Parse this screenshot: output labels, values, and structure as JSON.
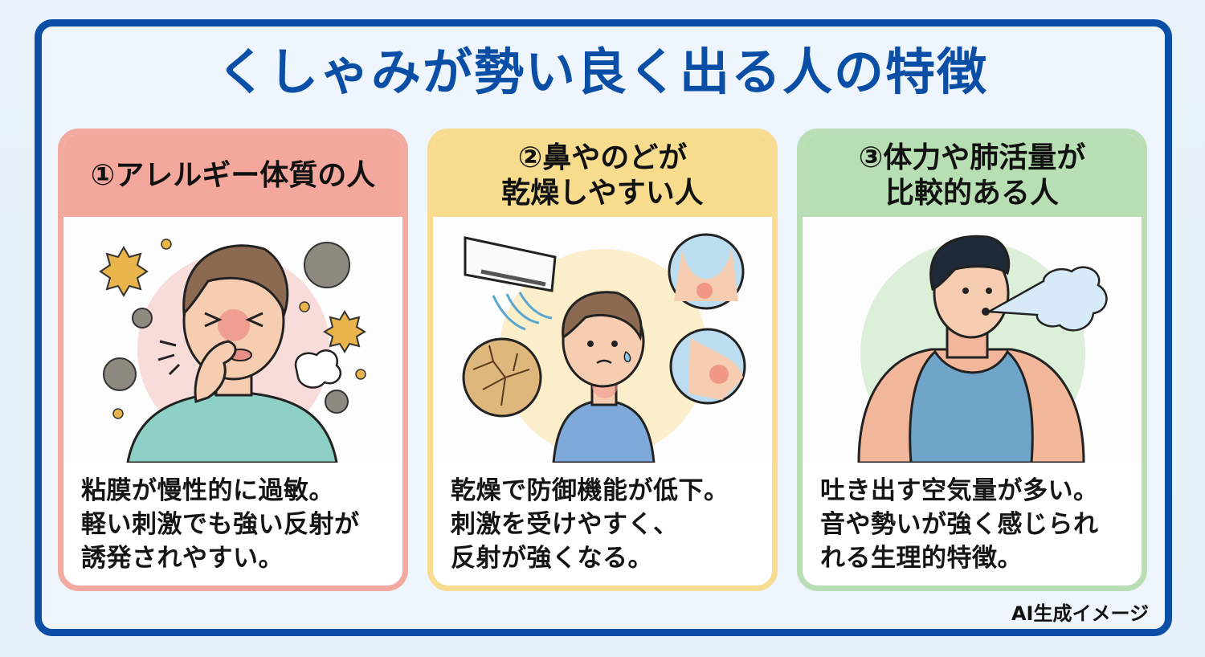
{
  "title": "くしゃみが勢い良く出る人の特徴",
  "colors": {
    "frame_border": "#0a4ea6",
    "title": "#0a4ea6",
    "card1_header": "#f4a79c",
    "card2_header": "#f7dc8e",
    "card3_header": "#b8dfb3"
  },
  "cards": [
    {
      "header": "①アレルギー体質の人",
      "illustration": "allergy-sneeze-illustration",
      "description": "粘膜が慢性的に過敏。\n軽い刺激でも強い反射が\n誘発されやすい。"
    },
    {
      "header": "②鼻やのどが\n乾燥しやすい人",
      "illustration": "dry-throat-illustration",
      "description": "乾燥で防御機能が低下。\n刺激を受けやすく、\n反射が強くなる。"
    },
    {
      "header": "③体力や肺活量が\n比較的ある人",
      "illustration": "strong-exhale-illustration",
      "description": "吐き出す空気量が多い。\n音や勢いが強く感じられ\nれる生理的特徴。"
    }
  ],
  "footer": {
    "ai_label": "AI生成イメージ"
  }
}
